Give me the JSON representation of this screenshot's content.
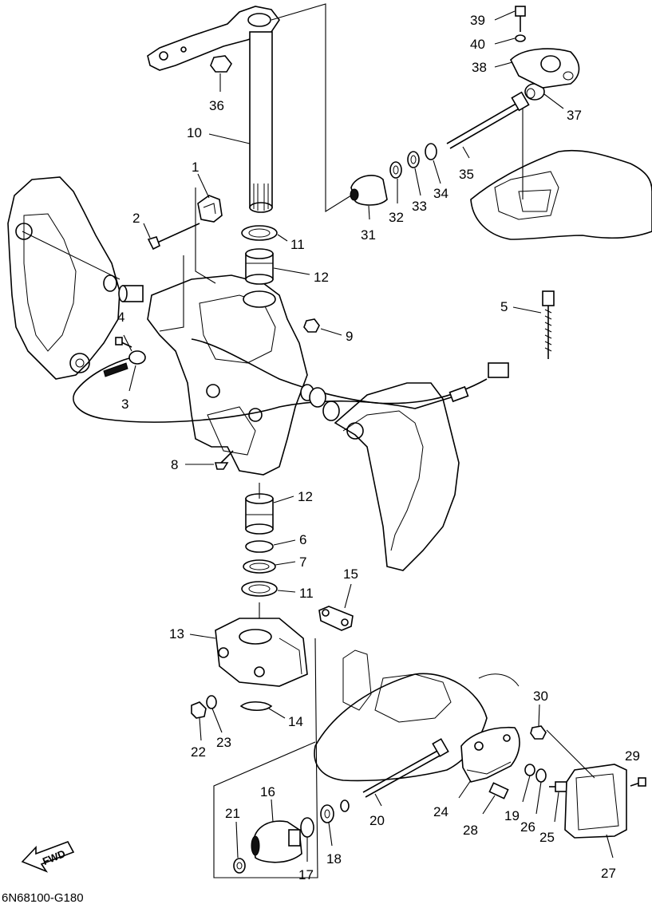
{
  "diagram": {
    "reference_code": "6N68100-G180",
    "fwd_label": "FWD",
    "part_labels": [
      "1",
      "2",
      "3",
      "4",
      "5",
      "6",
      "7",
      "8",
      "9",
      "10",
      "11",
      "11",
      "12",
      "12",
      "13",
      "14",
      "15",
      "16",
      "17",
      "18",
      "19",
      "20",
      "21",
      "22",
      "23",
      "24",
      "25",
      "26",
      "27",
      "28",
      "29",
      "30",
      "31",
      "32",
      "33",
      "34",
      "35",
      "36",
      "37",
      "38",
      "39",
      "40"
    ]
  }
}
